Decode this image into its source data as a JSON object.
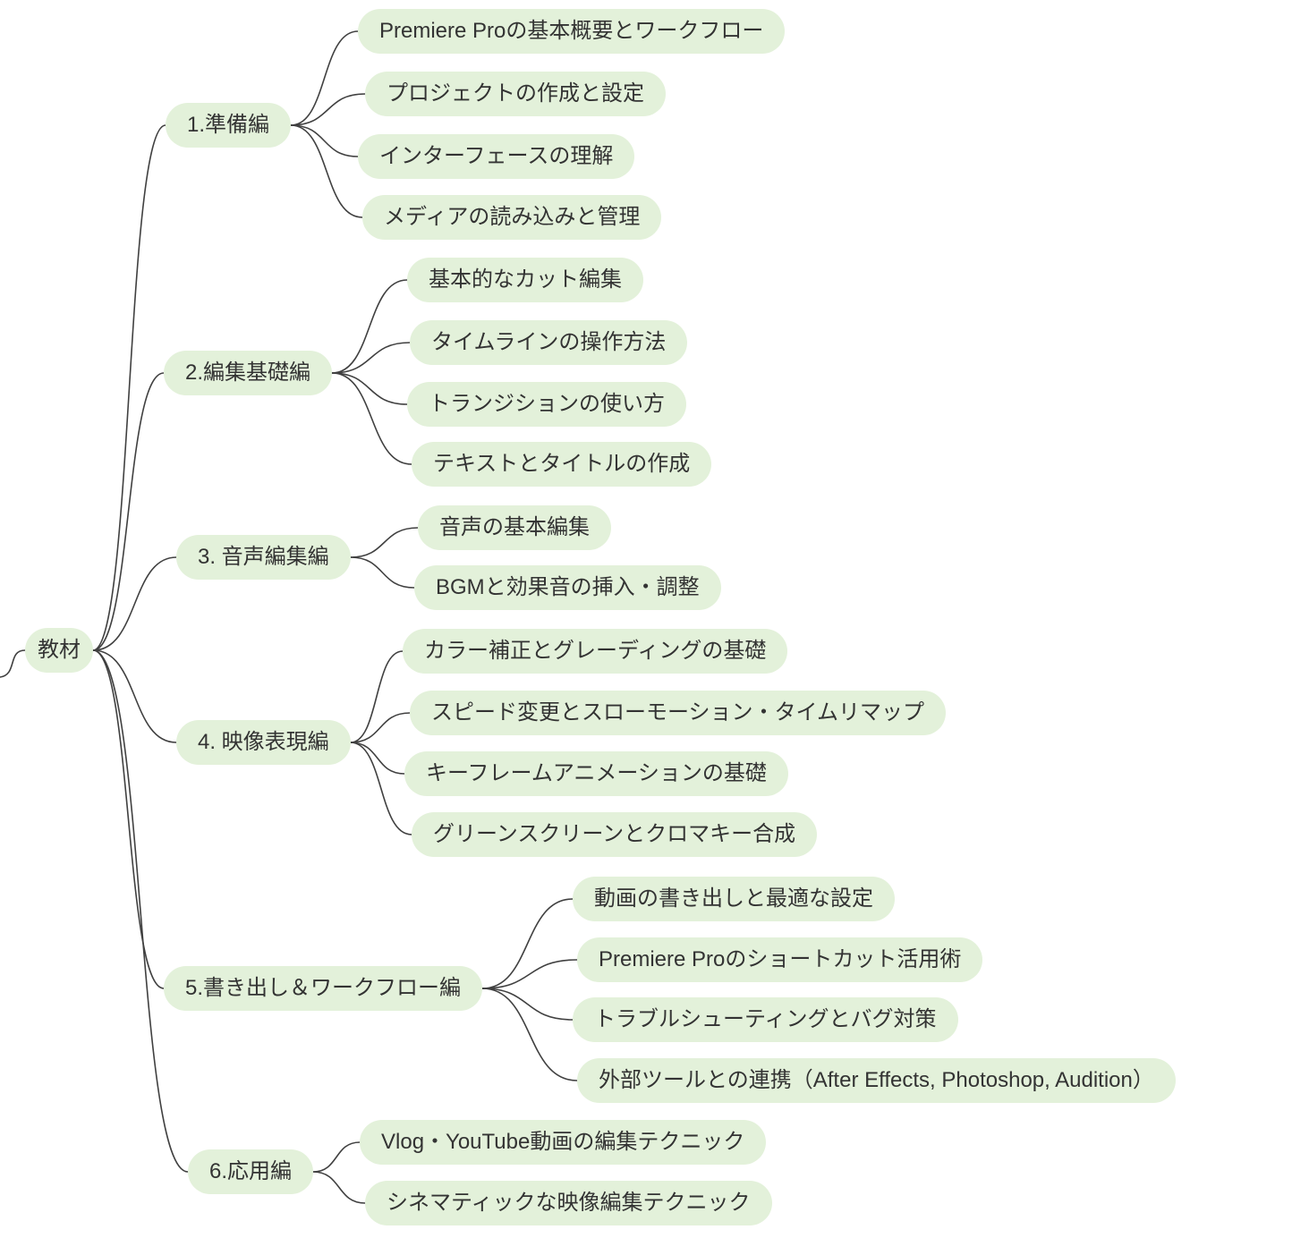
{
  "colors": {
    "node_bg": "#e3f1da",
    "node_text": "#333333",
    "edge": "#404040",
    "background": "#ffffff"
  },
  "root": {
    "label": "教材"
  },
  "branches": [
    {
      "label": "1.準備編",
      "children": [
        "Premiere Proの基本概要とワークフロー",
        "プロジェクトの作成と設定",
        "インターフェースの理解",
        "メディアの読み込みと管理"
      ]
    },
    {
      "label": "2.編集基礎編",
      "children": [
        "基本的なカット編集",
        "タイムラインの操作方法",
        "トランジションの使い方",
        "テキストとタイトルの作成"
      ]
    },
    {
      "label": "3. 音声編集編",
      "children": [
        "音声の基本編集",
        "BGMと効果音の挿入・調整"
      ]
    },
    {
      "label": "4. 映像表現編",
      "children": [
        "カラー補正とグレーディングの基礎",
        "スピード変更とスローモーション・タイムリマップ",
        "キーフレームアニメーションの基礎",
        "グリーンスクリーンとクロマキー合成"
      ]
    },
    {
      "label": "5.書き出し＆ワークフロー編",
      "children": [
        "動画の書き出しと最適な設定",
        "Premiere Proのショートカット活用術",
        "トラブルシューティングとバグ対策",
        "外部ツールとの連携（After Effects, Photoshop, Audition）"
      ]
    },
    {
      "label": "6.応用編",
      "children": [
        "Vlog・YouTube動画の編集テクニック",
        "シネマティックな映像編集テクニック"
      ]
    }
  ]
}
